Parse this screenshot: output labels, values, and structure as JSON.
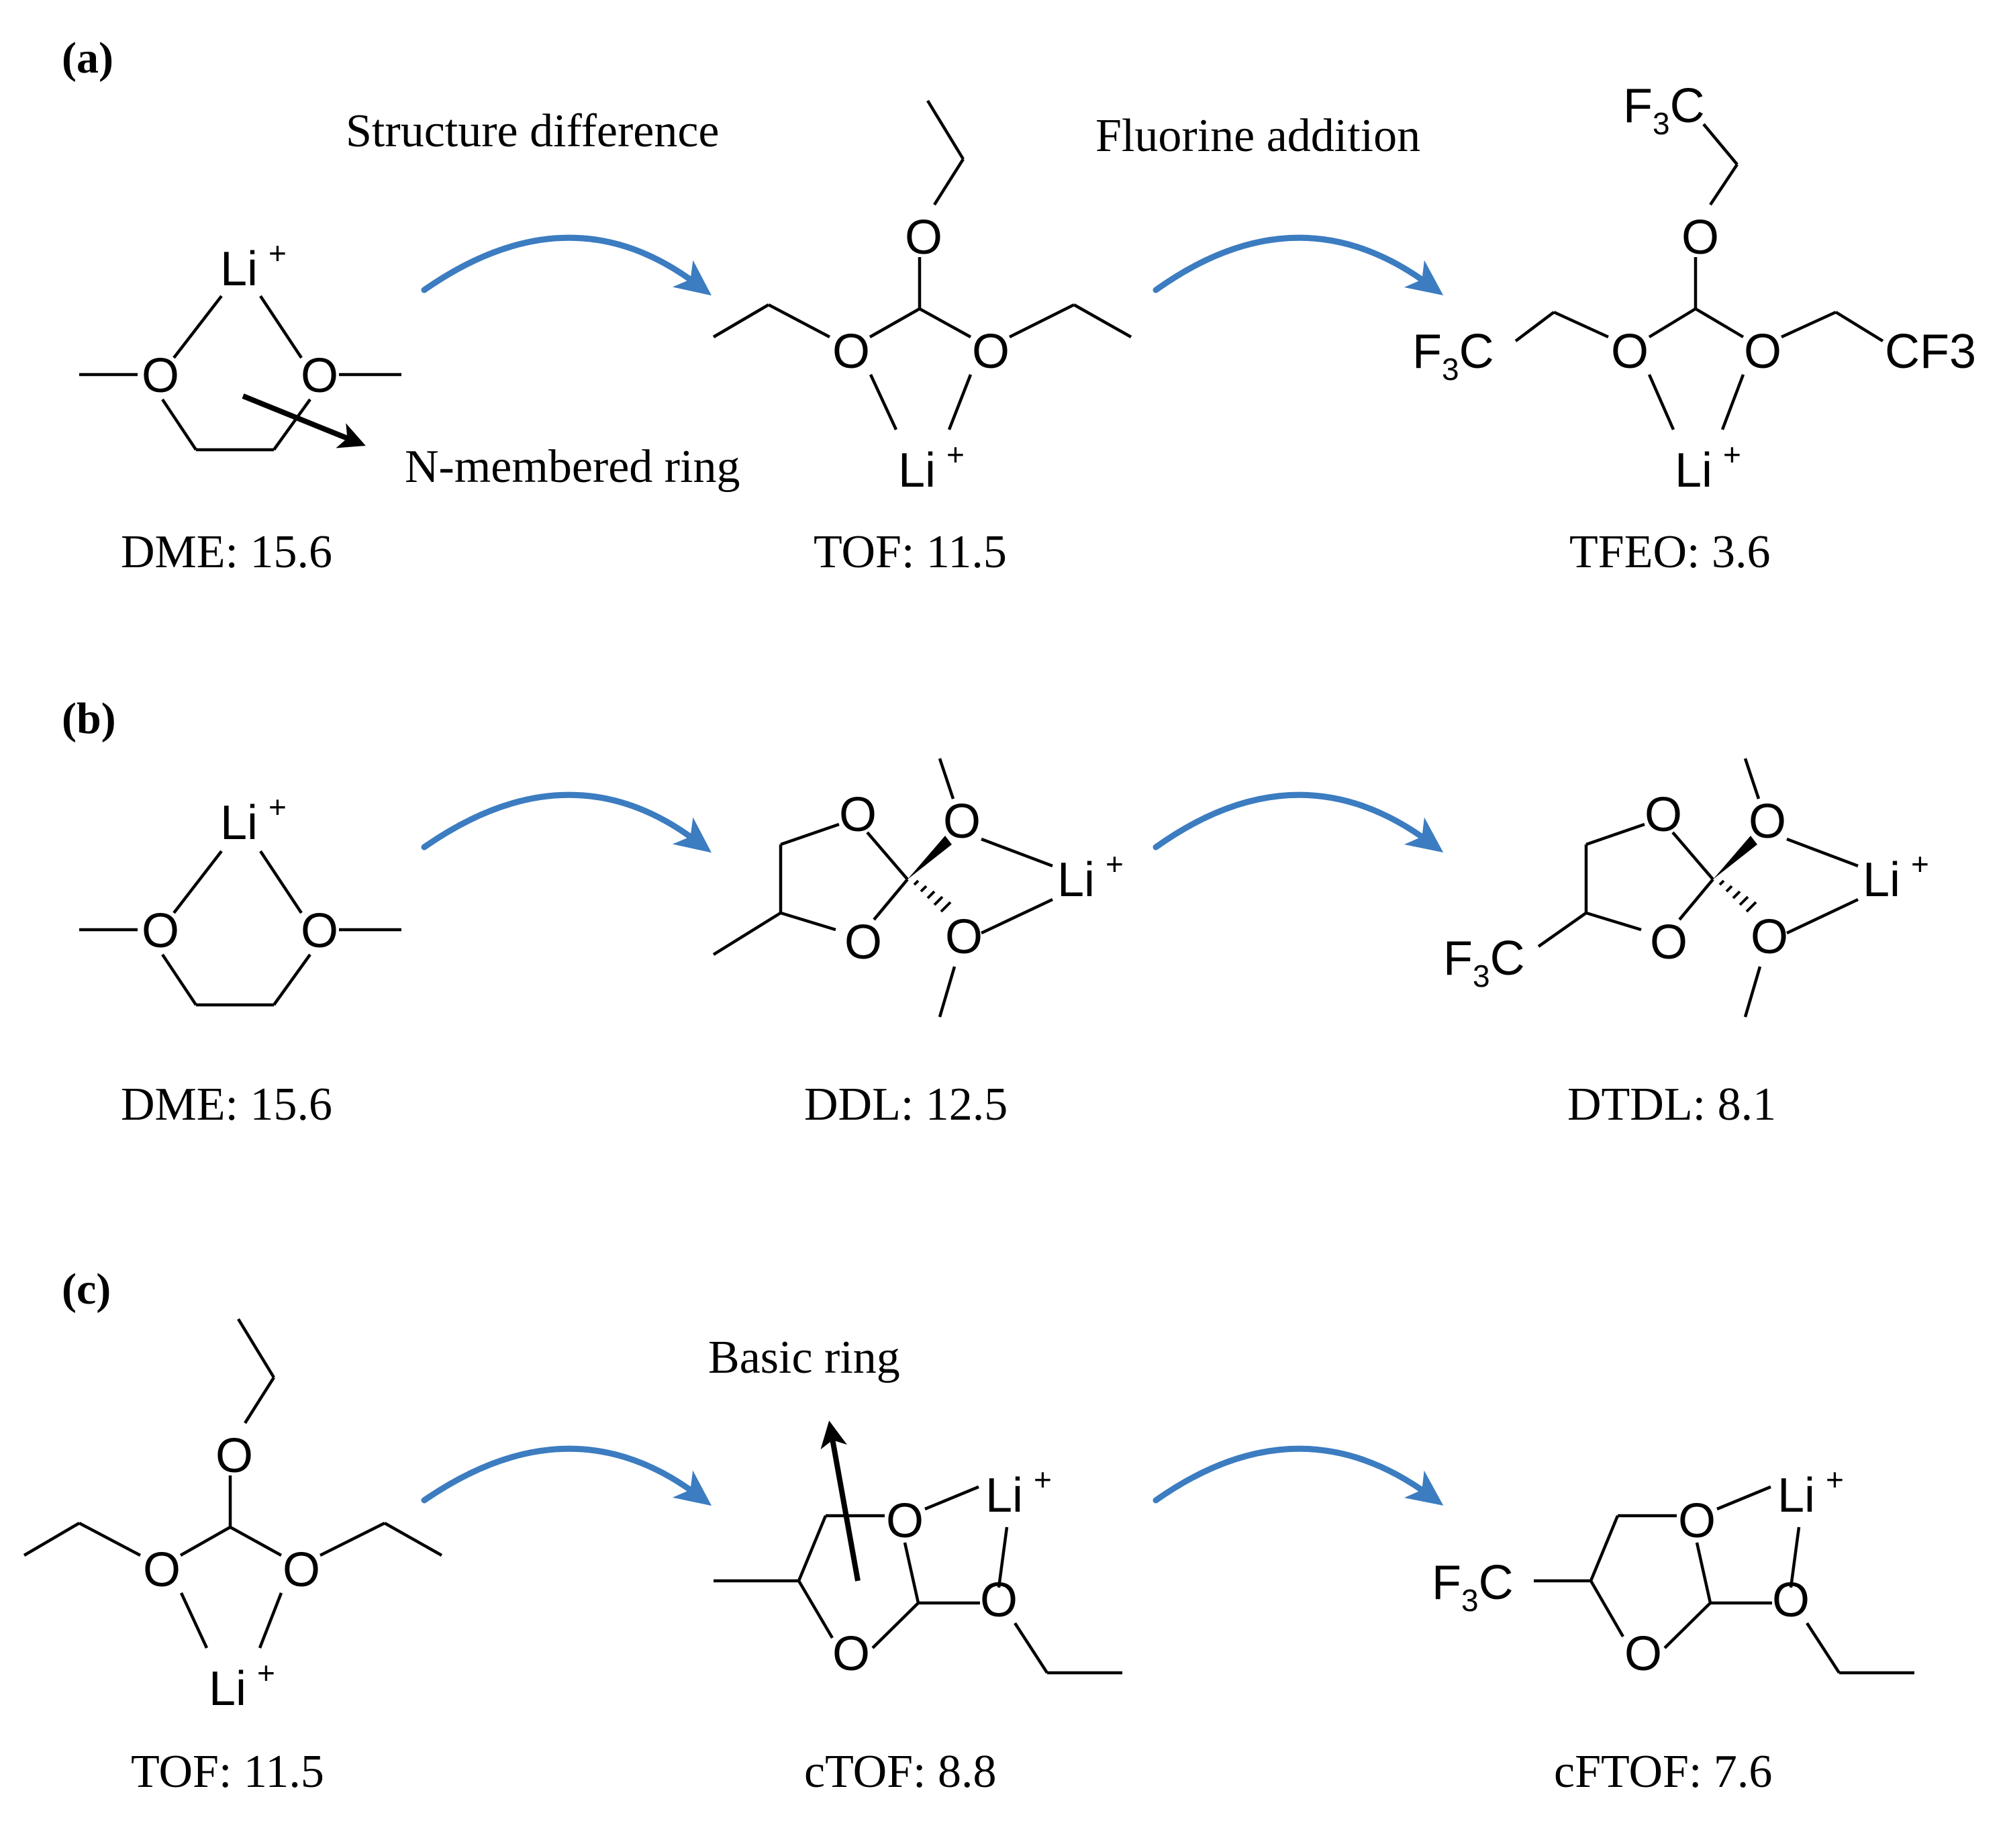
{
  "panel_labels": {
    "a": "(a)",
    "b": "(b)",
    "c": "(c)"
  },
  "annotations": {
    "structure_difference": "Structure difference",
    "fluorine_addition": "Fluorine addition",
    "n_membered_ring": "N-membered ring",
    "basic_ring": "Basic ring"
  },
  "atoms": {
    "lithium": "Li",
    "charge": "+",
    "oxygen": "O",
    "cf3_prefix": "F",
    "cf3_sub": "3",
    "cf3_suffix": "C",
    "cf3_plain": "CF3"
  },
  "captions": {
    "a": [
      "DME: 15.6",
      "TOF: 11.5",
      "TFEO: 3.6"
    ],
    "b": [
      "DME: 15.6",
      "DDL: 12.5",
      "DTDL: 8.1"
    ],
    "c": [
      "TOF: 11.5",
      "cTOF: 8.8",
      "cFTOF: 7.6"
    ]
  },
  "colors": {
    "arrow_blue": "#3c7cc0",
    "ink": "#000000"
  },
  "icons": {
    "transform_arrow": "curved-arrow-right-icon",
    "pointer": "straight-arrow-icon"
  }
}
